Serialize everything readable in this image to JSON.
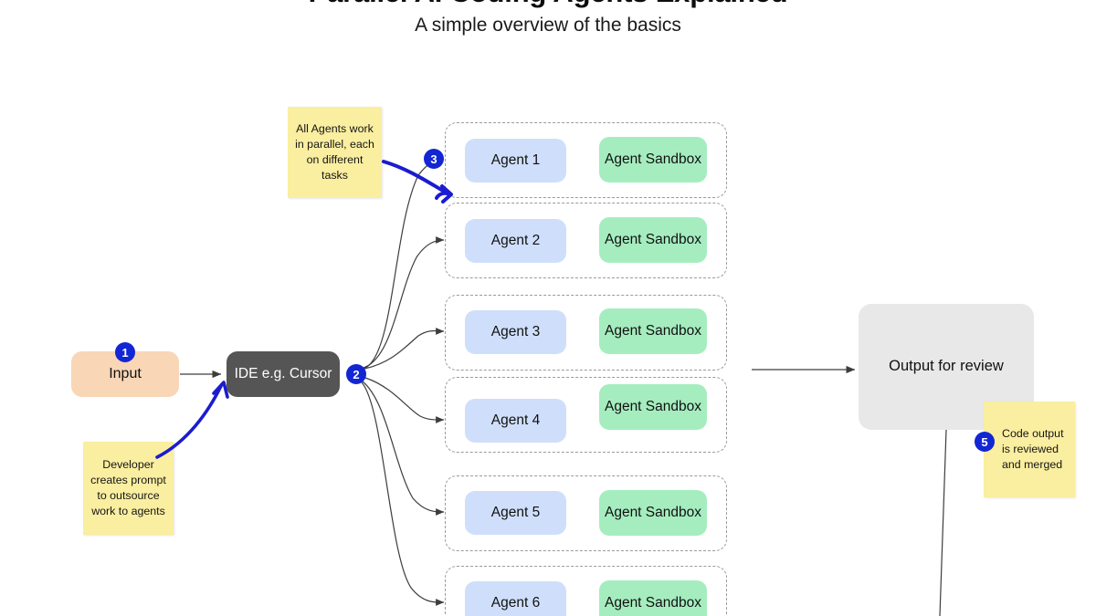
{
  "header": {
    "title": "Parallel AI Coding Agents Explained",
    "subtitle": "A simple overview of the basics"
  },
  "nodes": {
    "input": "Input",
    "ide": "IDE e.g. Cursor",
    "output": "Output for review"
  },
  "agents": [
    {
      "name": "Agent 1",
      "sandbox": "Agent Sandbox"
    },
    {
      "name": "Agent 2",
      "sandbox": "Agent Sandbox"
    },
    {
      "name": "Agent 3",
      "sandbox": "Agent Sandbox"
    },
    {
      "name": "Agent 4",
      "sandbox": "Agent Sandbox"
    },
    {
      "name": "Agent 5",
      "sandbox": "Agent Sandbox"
    },
    {
      "name": "Agent 6",
      "sandbox": "Agent Sandbox"
    }
  ],
  "notes": {
    "parallel": "All Agents work in parallel, each on different tasks",
    "developer": "Developer creates prompt to outsource work to agents",
    "merged": "Code output is reviewed and merged"
  },
  "badges": {
    "one": "1",
    "two": "2",
    "three": "3",
    "five": "5"
  },
  "colors": {
    "badge_blue": "#1226d4",
    "annotation_arrow_blue": "#1b1bd0",
    "agent_blue": "#cfdffb",
    "sandbox_green": "#a5edbf",
    "input_peach": "#f8d6b6",
    "ide_gray": "#555555",
    "output_gray": "#e8e8e8",
    "sticky_yellow": "#faeea0",
    "dashed_border": "#9a9a9a",
    "connector_gray": "#3d3d3d"
  }
}
